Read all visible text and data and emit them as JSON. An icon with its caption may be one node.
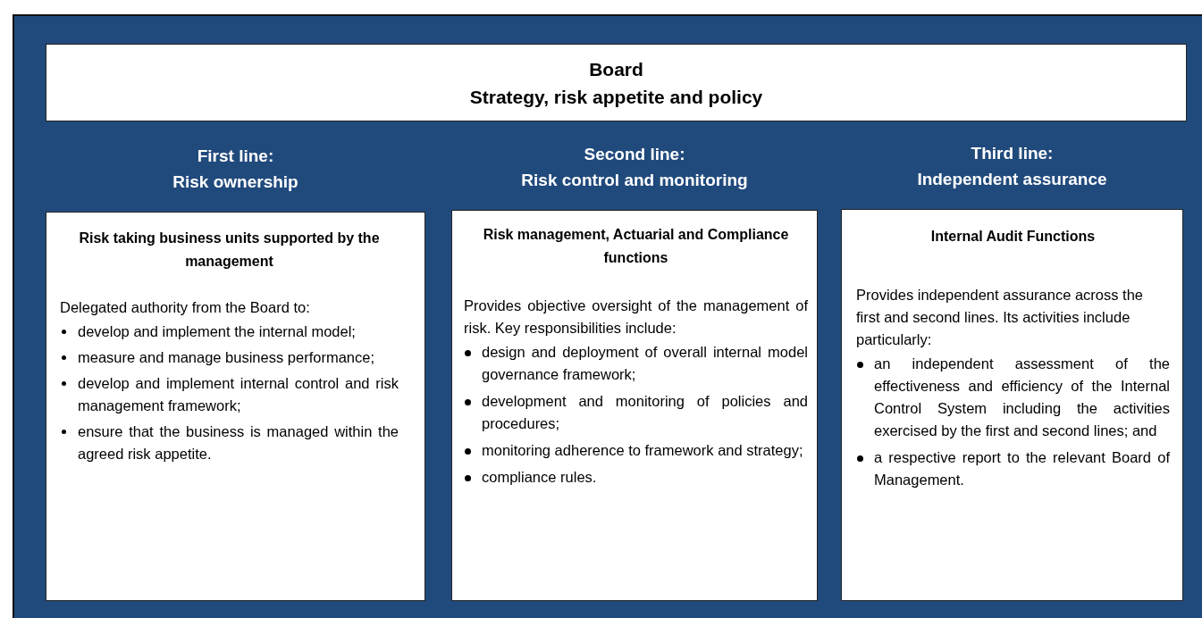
{
  "diagram": {
    "nodes": [
      {
        "text": [],
        "shape": "box"
      },
      {
        "text": [
          "Board",
          "Strategy, risk appetite and policy"
        ],
        "in": 0
      },
      {
        "text": [
          "First line: Risk ownership",
          "Risk taking business units supported by the management",
          "Delegated authority from the Board to:",
          "develop and implement the internal model;",
          "measure and manage business performance;",
          "develop and implement internal control and risk management framework;",
          "ensure that the business is managed within the agreed risk appetite."
        ],
        "in": 0
      },
      {
        "text": [
          "Second line: Risk control and monitoring",
          "Risk management, Actuarial and Compliance functions",
          "Provides objective oversight of the management of risk. Key responsibilities include:",
          "design and deployment of overall internal model governance framework;",
          "development and monitoring of policies and procedures;",
          "monitoring adherence to framework and strategy;",
          "compliance rules."
        ],
        "in": 0
      },
      {
        "text": [
          "Third line: Independent assurance",
          "Internal Audit Functions",
          "Provides independent assurance across the first and second lines. Its activities include particularly:",
          "an independent assessment of the effectiveness and efficiency of the Internal Control System including the activities exercised by the first and second lines; and",
          "a respective report to the relevant Board of Management."
        ],
        "in": 0
      }
    ]
  }
}
